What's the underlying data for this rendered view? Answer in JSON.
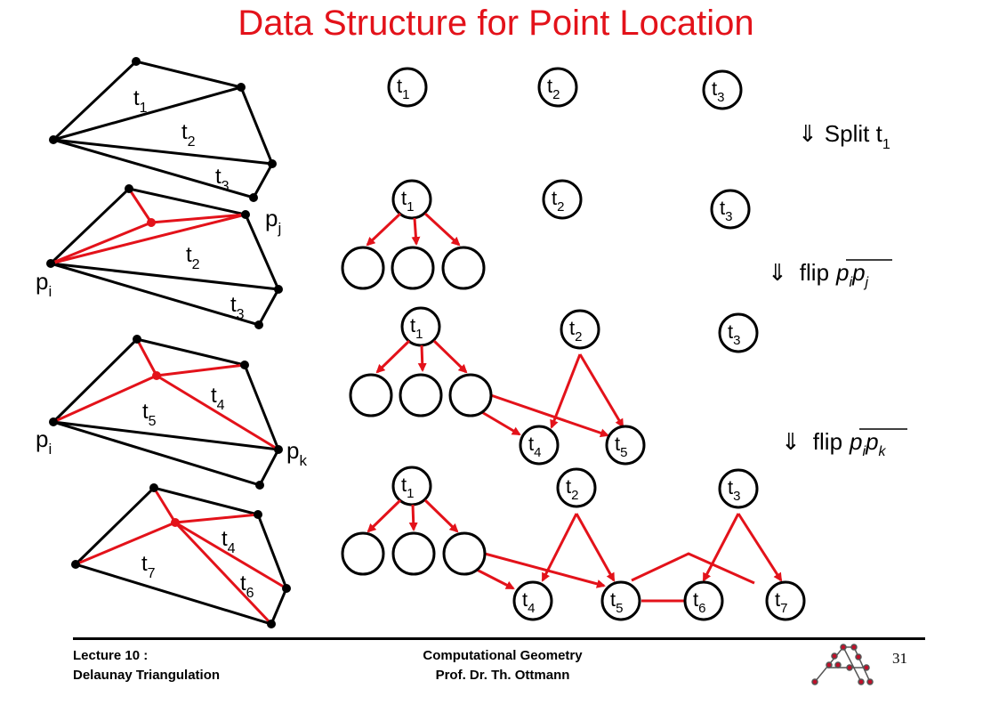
{
  "title": "Data Structure for Point Location",
  "footer": {
    "left_line1": "Lecture 10 :",
    "left_line2": "Delaunay Triangulation",
    "center_line1": "Computational Geometry",
    "center_line2": "Prof. Dr. Th. Ottmann",
    "page_number": "31"
  },
  "steps": {
    "split": {
      "arrow": "⇓",
      "text": "Split t",
      "sub": "1"
    },
    "flip1": {
      "arrow": "⇓",
      "text": "flip",
      "p": "p",
      "i": "i",
      "j": "j"
    },
    "flip2": {
      "arrow": "⇓",
      "text": "flip",
      "p": "p",
      "i": "i",
      "k": "k"
    }
  },
  "labels": {
    "t": "t",
    "p": "p",
    "i": "i",
    "j": "j",
    "k": "k",
    "n1": "1",
    "n2": "2",
    "n3": "3",
    "n4": "4",
    "n5": "5",
    "n6": "6",
    "n7": "7"
  },
  "colors": {
    "accent": "#e3121a",
    "ink": "#000000"
  }
}
